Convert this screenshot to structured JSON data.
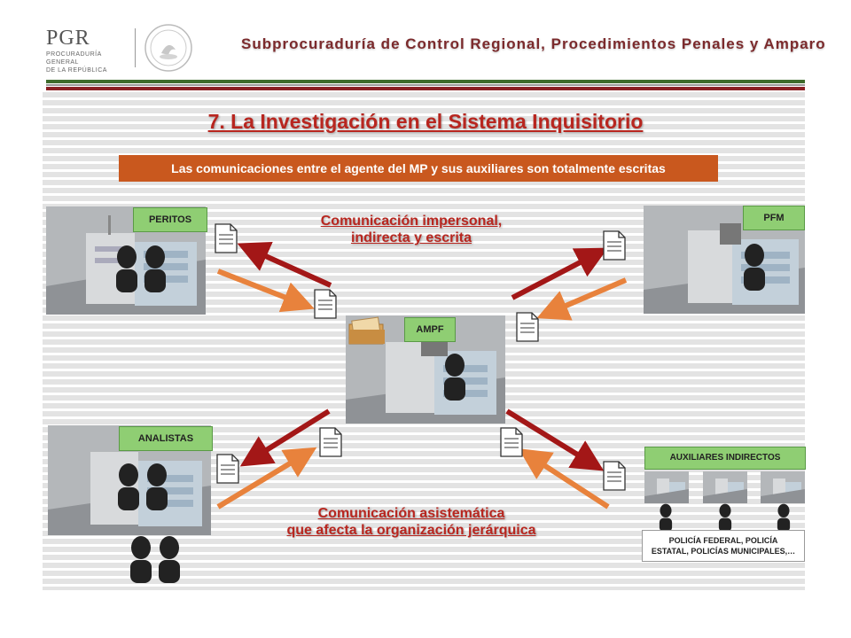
{
  "header": {
    "org_name": "PGR",
    "org_line1": "PROCURADURÍA GENERAL",
    "org_line2": "DE LA REPÚBLICA",
    "title": "Subprocuraduría de Control Regional, Procedimientos Penales y Amparo"
  },
  "slide": {
    "title": "7. La Investigación en el Sistema Inquisitorio",
    "subtitle": "Las comunicaciones entre el agente del MP y sus auxiliares son totalmente escritas"
  },
  "labels": {
    "peritos": "PERITOS",
    "pfm": "PFM",
    "ampf": "AMPF",
    "analistas": "ANALISTAS",
    "aux_indirectos": "AUXILIARES INDIRECTOS",
    "police_line1": "POLICÍA FEDERAL, POLICÍA",
    "police_line2": "ESTATAL, POLICÍAS MUNICIPALES,…"
  },
  "captions": {
    "top_line1": "Comunicación impersonal,",
    "top_line2": "indirecta y escrita",
    "bottom_line1": "Comunicación asistemática",
    "bottom_line2": "que afecta la organización jerárquica"
  },
  "colors": {
    "accent_red": "#b8261f",
    "arrow_dark_red": "#a31717",
    "arrow_orange": "#e8823c",
    "label_green": "#8fce73",
    "subtitle_orange": "#c9581e",
    "band_green": "#3e6b2c",
    "band_red": "#8a1f24"
  },
  "icons": [
    "document-icon",
    "person-icon",
    "building-icon",
    "folder-icon",
    "seal-icon"
  ]
}
